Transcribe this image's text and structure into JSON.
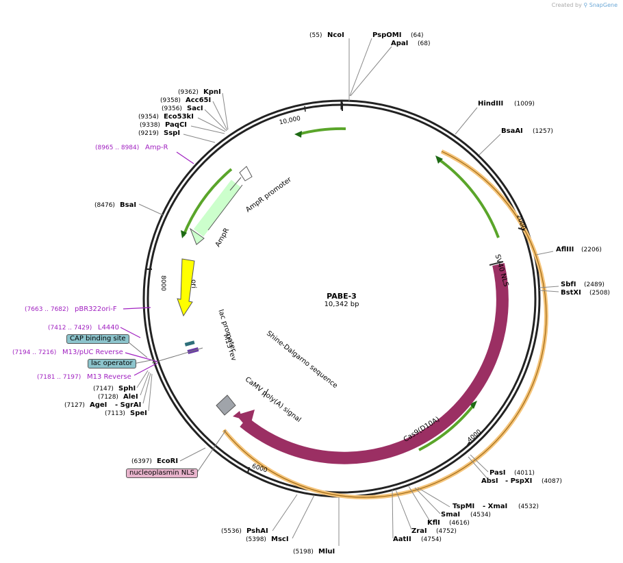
{
  "credit": {
    "prefix": "Created by",
    "brand": "SnapGene"
  },
  "plasmid": {
    "name": "PABE-3",
    "length_label": "10,342 bp"
  },
  "ticks": [
    "10,000",
    "2000",
    "4000",
    "6000",
    "8000"
  ],
  "sites": {
    "ncoi": {
      "name": "NcoI",
      "pos": "(55)"
    },
    "pspomi": {
      "name": "PspOMI",
      "pos": "(64)"
    },
    "apai": {
      "name": "ApaI",
      "pos": "(68)"
    },
    "hindiii": {
      "name": "HindIII",
      "pos": "(1009)"
    },
    "bsaai": {
      "name": "BsaAI",
      "pos": "(1257)"
    },
    "afliii": {
      "name": "AflIII",
      "pos": "(2206)"
    },
    "sbfi": {
      "name": "SbfI",
      "pos": "(2489)"
    },
    "bstxi": {
      "name": "BstXI",
      "pos": "(2508)"
    },
    "pasi": {
      "name": "PasI",
      "pos": "(4011)"
    },
    "absi": {
      "name": "AbsI",
      "pos": ""
    },
    "pspxi": {
      "name": "- PspXI",
      "pos": "(4087)"
    },
    "tspmi": {
      "name": "TspMI",
      "pos": ""
    },
    "xmai": {
      "name": "- XmaI",
      "pos": "(4532)"
    },
    "smai": {
      "name": "SmaI",
      "pos": "(4534)"
    },
    "kfli": {
      "name": "KflI",
      "pos": "(4616)"
    },
    "zrai": {
      "name": "ZraI",
      "pos": "(4752)"
    },
    "aatii": {
      "name": "AatII",
      "pos": "(4754)"
    },
    "mlui": {
      "name": "MluI",
      "pos": "(5198)"
    },
    "msci": {
      "name": "MscI",
      "pos": "(5398)"
    },
    "pshai": {
      "name": "PshAI",
      "pos": "(5536)"
    },
    "ecori": {
      "name": "EcoRI",
      "pos": "(6397)"
    },
    "spei": {
      "name": "SpeI",
      "pos": "(7113)"
    },
    "agei": {
      "name": "AgeI",
      "pos": "(7127)"
    },
    "sgrai": {
      "name": "- SgrAI",
      "pos": ""
    },
    "alei": {
      "name": "AleI",
      "pos": "(7128)"
    },
    "sphi": {
      "name": "SphI",
      "pos": "(7147)"
    },
    "bsai": {
      "name": "BsaI",
      "pos": "(8476)"
    },
    "sspi": {
      "name": "SspI",
      "pos": "(9219)"
    },
    "paqci": {
      "name": "PaqCI",
      "pos": "(9338)"
    },
    "eco53ki": {
      "name": "Eco53kI",
      "pos": "(9354)"
    },
    "saci": {
      "name": "SacI",
      "pos": "(9356)"
    },
    "acc65i": {
      "name": "Acc65I",
      "pos": "(9358)"
    },
    "kpni": {
      "name": "KpnI",
      "pos": "(9362)"
    }
  },
  "primers": {
    "ampr": {
      "name": "Amp-R",
      "pos": "(8965 .. 8984)"
    },
    "pbr": {
      "name": "pBR322ori-F",
      "pos": "(7663 .. 7682)"
    },
    "l4440": {
      "name": "L4440",
      "pos": "(7412 .. 7429)"
    },
    "m13puc": {
      "name": "M13/pUC Reverse",
      "pos": "(7194 .. 7216)"
    },
    "m13rev": {
      "name": "M13 Reverse",
      "pos": "(7181 .. 7197)"
    }
  },
  "boxes": {
    "cap": "CAP binding site",
    "lacop": "lac operator",
    "nls": "nucleoplasmin NLS"
  },
  "features": {
    "sv40": "SV40 NLS",
    "cas9": "Cas9(D10A)",
    "camv": "CaMV poly(A) signal",
    "shine": "Shine-Dalgarno sequence",
    "lacprom": "lac promoter",
    "m13rev": "M13 rev",
    "ori": "ori",
    "ampr": "AmpR",
    "amprprom": "AmpR promoter"
  },
  "colors": {
    "cas9": "#9b2f63",
    "orange_band": "#f5c47a",
    "green_arrow": "#5aa52a",
    "ori": "#ffff00",
    "ampr": "#ccffcc",
    "primer": "#a020c0",
    "box_blue": "#8cc4cc",
    "box_pink": "#e8b4cc",
    "grey_feature": "#a0a4aa"
  }
}
